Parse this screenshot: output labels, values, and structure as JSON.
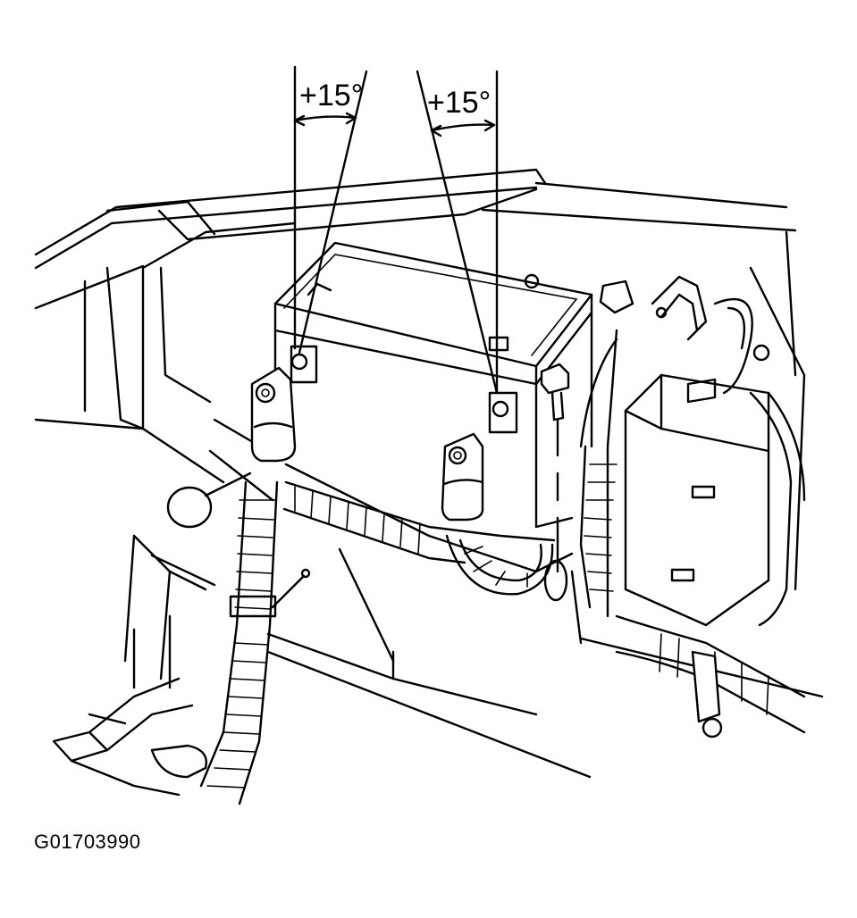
{
  "figure": {
    "id_label": "G01703990",
    "callouts": {
      "left_angle": "+15°",
      "right_angle": "+15°"
    }
  }
}
